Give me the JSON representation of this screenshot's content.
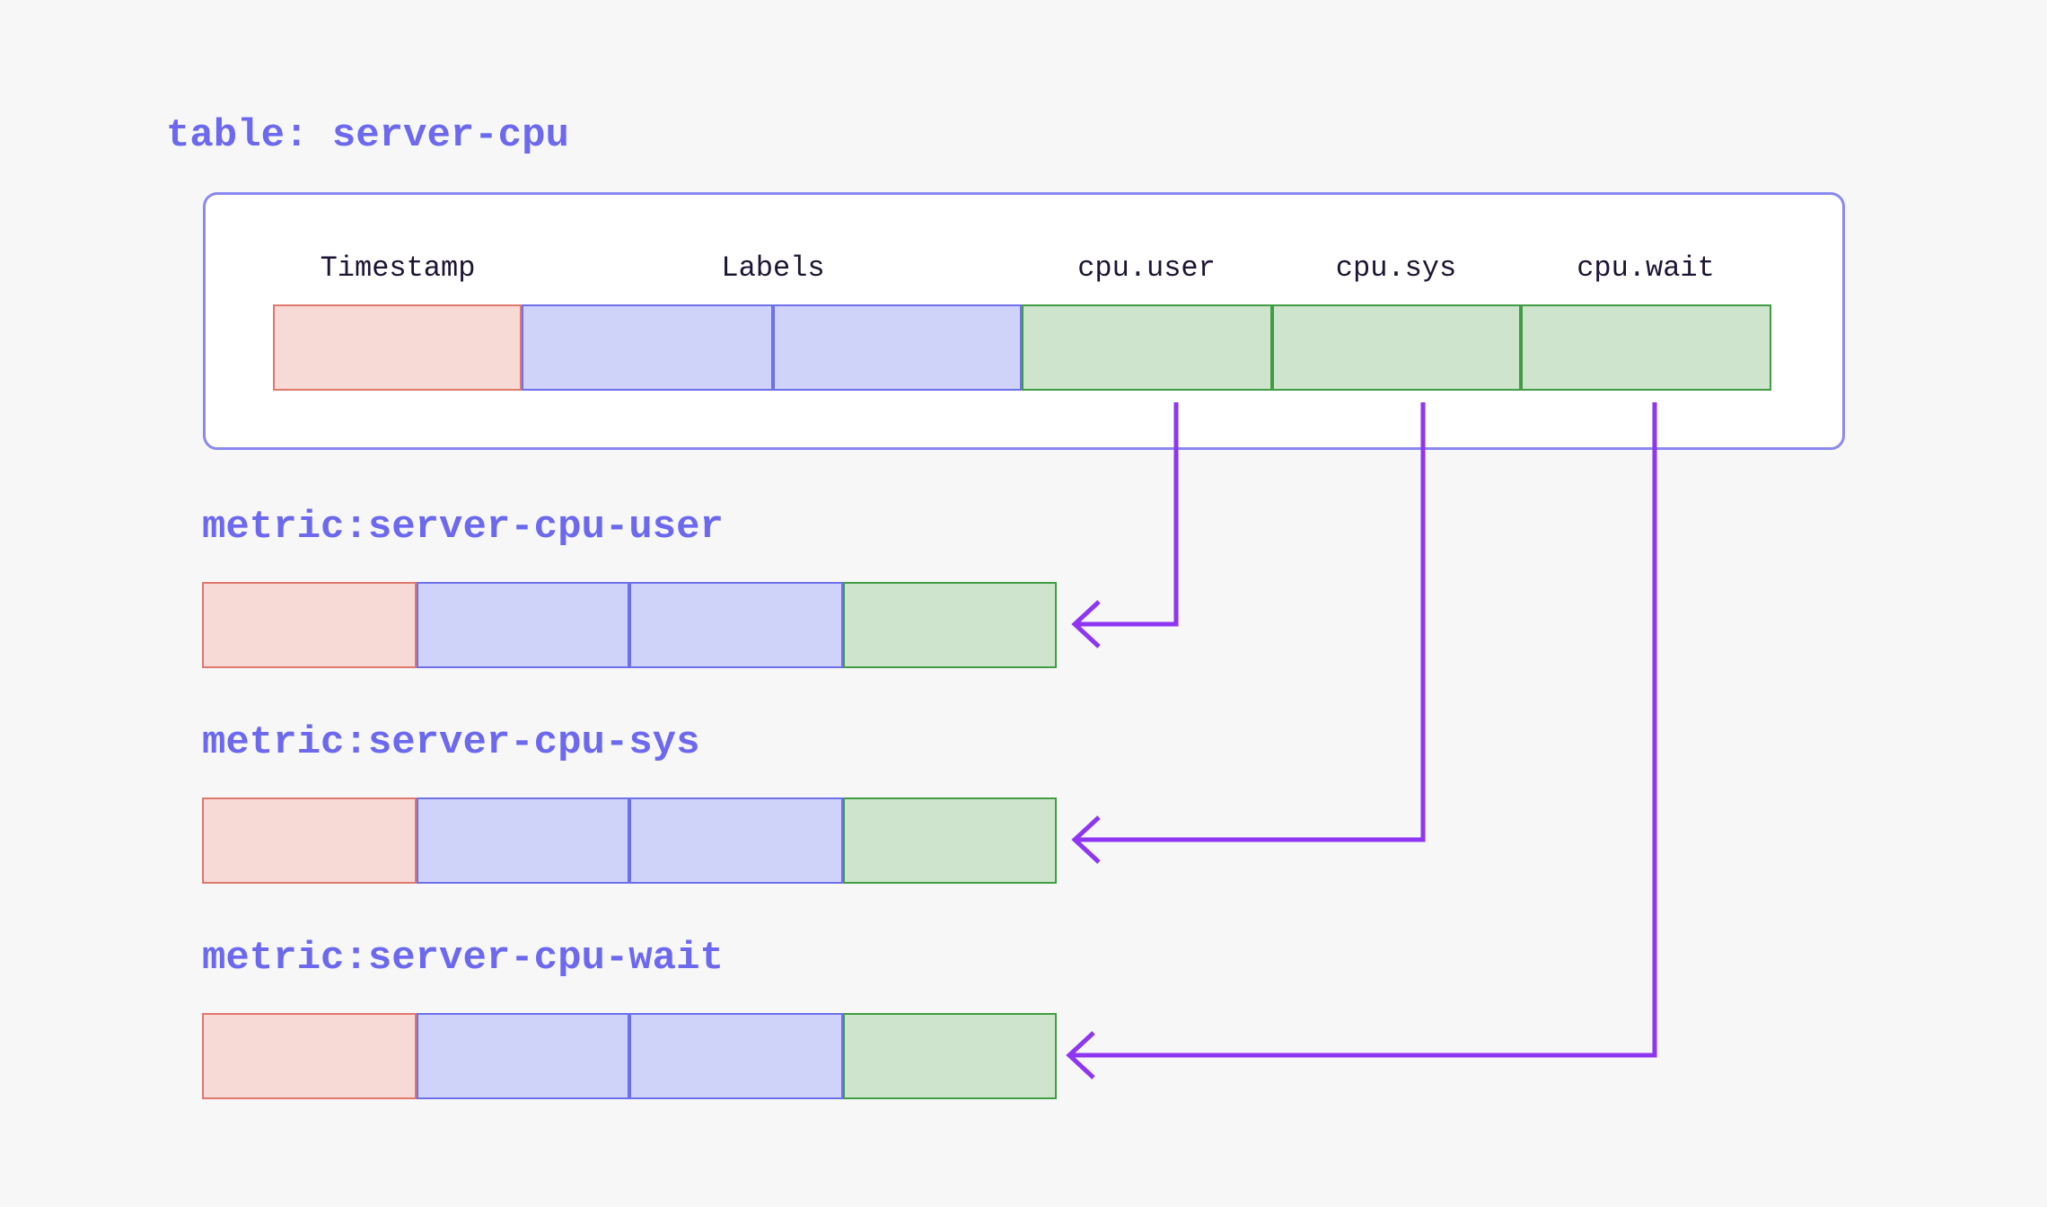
{
  "page": {
    "background": "#f7f7f8",
    "title": "table: server-cpu"
  },
  "table": {
    "columns": [
      {
        "label": "Timestamp",
        "role": "timestamp-column",
        "color": "red"
      },
      {
        "label": "Labels",
        "role": "label-columns",
        "color": "blue"
      },
      {
        "label": "cpu.user",
        "role": "field-column",
        "color": "green"
      },
      {
        "label": "cpu.sys",
        "role": "field-column",
        "color": "green"
      },
      {
        "label": "cpu.wait",
        "role": "field-column",
        "color": "green"
      }
    ]
  },
  "metrics": [
    {
      "label": "metric:server-cpu-user"
    },
    {
      "label": "metric:server-cpu-sys"
    },
    {
      "label": "metric:server-cpu-wait"
    }
  ],
  "colors": {
    "background": "#f7f7f8",
    "title_text": "#6c69ef",
    "header_text": "#1e1433",
    "panel_border": "#8b89f1",
    "panel_fill": "#ffffff",
    "timestamp_fill": "#f7d9d6",
    "timestamp_border": "#df796d",
    "labels_fill": "#d0d3f9",
    "labels_border": "#6d70e9",
    "field_fill": "#cfe4cc",
    "field_border": "#409d44",
    "arrow": "#8e36f1"
  }
}
